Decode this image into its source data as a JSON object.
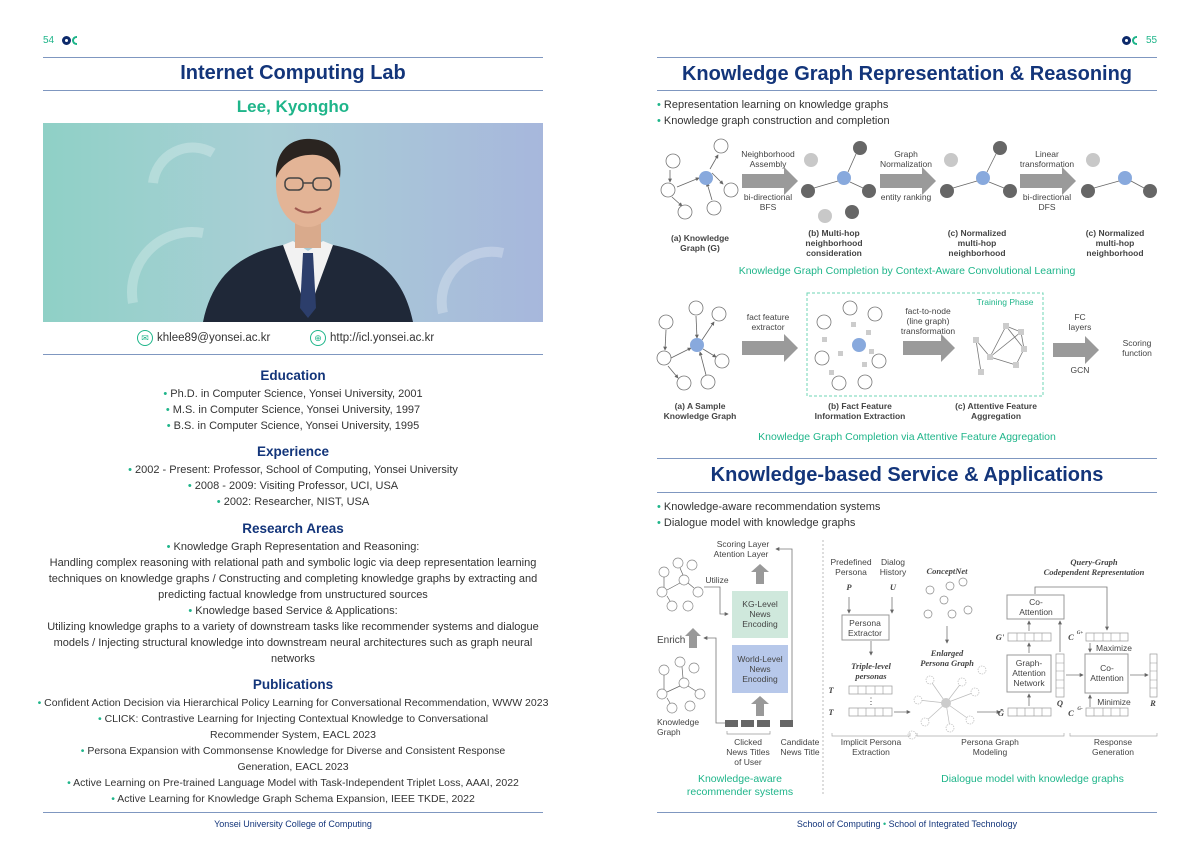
{
  "left": {
    "page_number": "54",
    "title": "Internet Computing Lab",
    "name": "Lee, Kyongho",
    "email": "khlee89@yonsei.ac.kr",
    "website": "http://icl.yonsei.ac.kr",
    "education": {
      "heading": "Education",
      "items": [
        "Ph.D. in Computer Science, Yonsei University, 2001",
        "M.S. in Computer Science, Yonsei University, 1997",
        "B.S. in Computer Science, Yonsei University, 1995"
      ]
    },
    "experience": {
      "heading": "Experience",
      "items": [
        "2002 - Present: Professor, School of Computing, Yonsei University",
        "2008 - 2009: Visiting Professor, UCI, USA",
        "2002: Researcher, NIST, USA"
      ]
    },
    "research": {
      "heading": "Research Areas",
      "items": [
        {
          "title": "Knowledge Graph Representation and Reasoning:",
          "desc": "Handling complex reasoning with relational path and symbolic logic via deep representation learning techniques on knowledge graphs / Constructing and completing knowledge graphs by extracting and predicting factual knowledge from unstructured sources"
        },
        {
          "title": "Knowledge based Service & Applications:",
          "desc": "Utilizing knowledge graphs to a variety of downstream tasks like recommender systems and dialogue models / Injecting structural knowledge into downstream neural architectures such as graph neural networks"
        }
      ]
    },
    "publications": {
      "heading": "Publications",
      "items": [
        "Confident Action Decision via Hierarchical Policy Learning for Conversational Recommendation, WWW 2023",
        "CLICK: Contrastive Learning for Injecting Contextual Knowledge to Conversational Recommender System, EACL 2023",
        "Persona Expansion with Commonsense Knowledge for Diverse and Consistent Response Generation, EACL 2023",
        "Active Learning on Pre-trained Language Model with Task-Independent Triplet Loss, AAAI, 2022",
        "Active Learning for Knowledge Graph Schema Expansion, IEEE TKDE, 2022"
      ]
    },
    "footer": "Yonsei University College of Computing"
  },
  "right": {
    "page_number": "55",
    "section1": {
      "title": "Knowledge Graph Representation & Reasoning",
      "bullets": [
        "Representation learning on knowledge graphs",
        "Knowledge graph construction and completion"
      ]
    },
    "fig1": {
      "caption": "Knowledge Graph Completion by Context-Aware Convolutional Learning",
      "arrow1_top": [
        "Neighborhood",
        "Assembly"
      ],
      "arrow1_bottom": [
        "bi-directional",
        "BFS"
      ],
      "arrow2_top": [
        "Graph",
        "Normalization"
      ],
      "arrow2_bottom": [
        "entity ranking"
      ],
      "arrow3_top": [
        "Linear",
        "transformation"
      ],
      "arrow3_bottom": [
        "bi-directional",
        "DFS"
      ],
      "labels": [
        [
          "(a) Knowledge",
          "Graph (G)"
        ],
        [
          "(b) Multi-hop",
          "neighborhood",
          "consideration"
        ],
        [
          "(c) Normalized",
          "multi-hop",
          "neighborhood"
        ],
        [
          "(c) Normalized",
          "multi-hop",
          "neighborhood"
        ]
      ]
    },
    "fig2": {
      "caption": "Knowledge Graph Completion via Attentive Feature Aggregation",
      "training_phase": "Training Phase",
      "arrow1": [
        "fact feature",
        "extractor"
      ],
      "arrow2": [
        "fact-to-node",
        "(line graph)",
        "transformation"
      ],
      "arrow3_top": [
        "FC",
        "layers"
      ],
      "arrow3_bottom": "GCN",
      "output": [
        "Scoring",
        "function"
      ],
      "labels": [
        [
          "(a) A Sample",
          "Knowledge Graph"
        ],
        [
          "(b) Fact Feature",
          "Information Extraction"
        ],
        [
          "(c) Attentive Feature",
          "Aggregation"
        ]
      ]
    },
    "section2": {
      "title": "Knowledge-based Service & Applications",
      "bullets": [
        "Knowledge-aware recommendation systems",
        "Dialogue model with knowledge graphs"
      ]
    },
    "fig3": {
      "caption": [
        "Knowledge-aware",
        "recommender systems"
      ],
      "scoring": [
        "Scoring Layer",
        "Atention Layer"
      ],
      "utilize": "Utilize",
      "enrich": "Enrich",
      "kg_box": [
        "KG-Level",
        "News",
        "Encoding"
      ],
      "world_box": [
        "World-Level",
        "News",
        "Encoding"
      ],
      "kg_label": [
        "Knowledge",
        "Graph"
      ],
      "clicked": [
        "Clicked",
        "News Titles",
        "of User"
      ],
      "candidate": [
        "Candidate",
        "News Title"
      ]
    },
    "fig4": {
      "caption": "Dialogue model with knowledge graphs",
      "predefined": [
        "Predefined",
        "Persona"
      ],
      "dialog": [
        "Dialog",
        "History"
      ],
      "p": "P",
      "u": "U",
      "extractor": [
        "Persona",
        "Extractor"
      ],
      "triple": [
        "Triple-level",
        "personas"
      ],
      "t1": "T",
      "tt": "T",
      "conceptnet": "ConceptNet",
      "enlarged": [
        "Enlarged",
        "Persona Graph"
      ],
      "query": [
        "Query-Graph",
        "Codependent Representation"
      ],
      "coatt1": [
        "Co-",
        "Attention"
      ],
      "gan": [
        "Graph-",
        "Attention",
        "Network"
      ],
      "coatt2": [
        "Co-",
        "Attention"
      ],
      "g_prime": "G'",
      "g_tilde": "G̃",
      "q": "Q",
      "r": "R",
      "cg_plus": "C",
      "cg_minus": "C",
      "sup_plus": "G+",
      "sup_minus": "G-",
      "maximize": "Maximize",
      "minimize": "Minimize",
      "stages": [
        [
          "Implicit Persona",
          "Extraction"
        ],
        [
          "Persona Graph",
          "Modeling"
        ],
        [
          "Response",
          "Generation"
        ]
      ]
    },
    "footer_left": "School of Computing",
    "footer_sep": "•",
    "footer_right": "School of Integrated Technology"
  },
  "colors": {
    "navy": "#13357a",
    "green": "#1fb58a",
    "rule": "#7f97c0"
  }
}
